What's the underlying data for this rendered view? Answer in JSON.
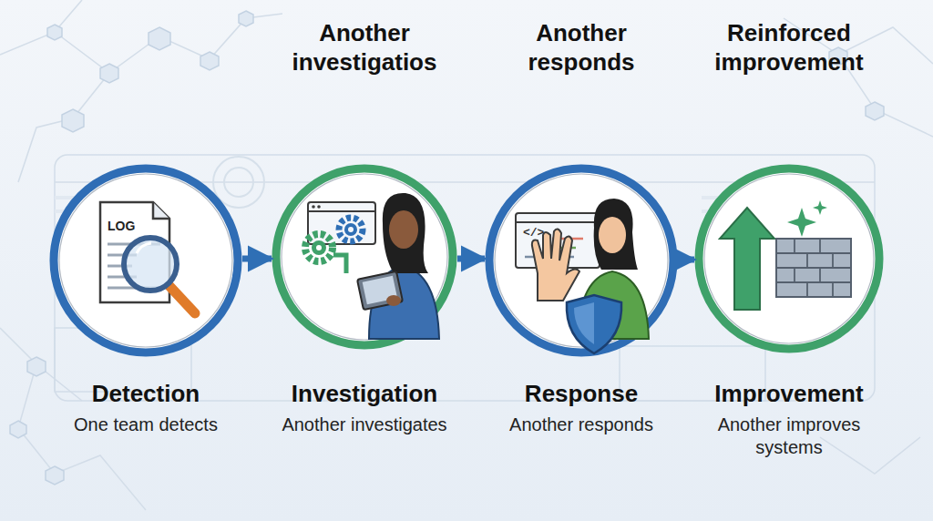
{
  "diagram": {
    "nodes": [
      {
        "text": [
          "Detection",
          "One team detects"
        ]
      },
      {
        "text": [
          "Another investigatios",
          "Investigation",
          "Another investigates"
        ]
      },
      {
        "text": [
          "Another responds",
          "Response",
          "Another responds"
        ]
      },
      {
        "text": [
          "Reinforced improvement",
          "Improvement",
          "Another improves systems"
        ]
      }
    ],
    "edges": [
      {
        "from": 0,
        "to": 1,
        "arrow": "to"
      },
      {
        "from": 1,
        "to": 2,
        "arrow": "to"
      },
      {
        "from": 2,
        "to": 3,
        "arrow": "to"
      }
    ],
    "labels": [
      "LOG",
      "</>"
    ]
  }
}
